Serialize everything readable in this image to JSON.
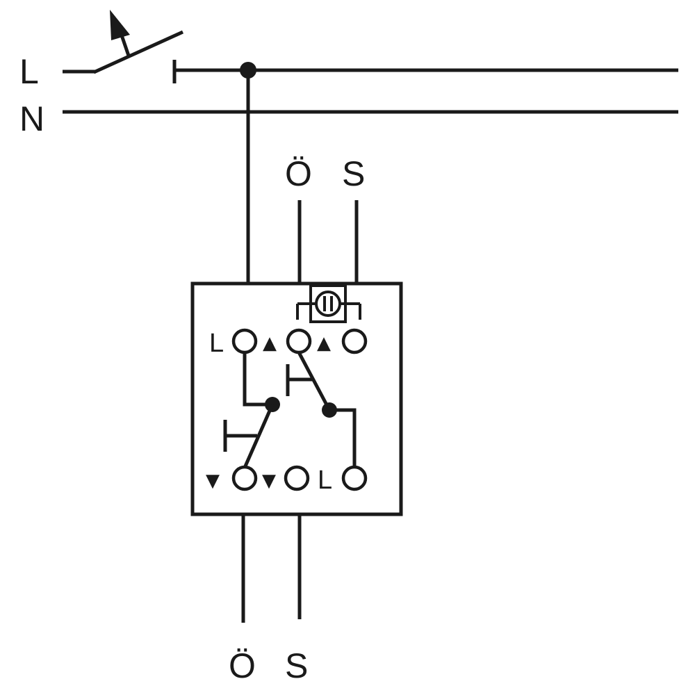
{
  "supply": {
    "line_label": "L",
    "neutral_label": "N"
  },
  "top_outputs": {
    "open_label": "Ö",
    "close_label": "S"
  },
  "bottom_outputs": {
    "open_label": "Ö",
    "close_label": "S"
  },
  "device": {
    "upper_terminal_row": {
      "left_label": "L",
      "arrow_1": "▲",
      "arrow_2": "▲"
    },
    "lower_terminal_row": {
      "arrow_1": "▼",
      "arrow_2": "▼",
      "right_label": "L"
    }
  },
  "icons": [
    "switch-arrow-icon",
    "pushbutton-icon",
    "interlock-icon"
  ],
  "colors": {
    "line": "#1a1a1a",
    "background": "#ffffff"
  }
}
